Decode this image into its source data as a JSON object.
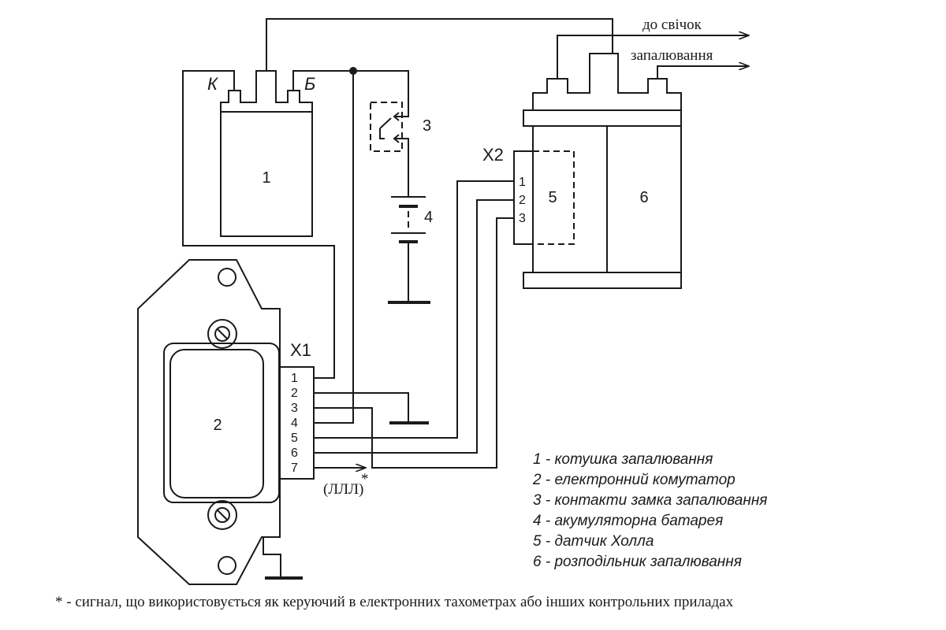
{
  "coil": {
    "number": "1",
    "terminal_k": "К",
    "terminal_b": "Б"
  },
  "switch": {
    "number": "3"
  },
  "commutator": {
    "number": "2",
    "connector": "X1",
    "pins": [
      "1",
      "2",
      "3",
      "4",
      "5",
      "6",
      "7"
    ]
  },
  "battery": {
    "number": "4"
  },
  "distributor": {
    "connector": "X2",
    "pins": [
      "1",
      "2",
      "3"
    ],
    "hall_sensor_number": "5",
    "distributor_number": "6",
    "output_label_line1": "до свічок",
    "output_label_line2": "запалювання"
  },
  "signal_mark": {
    "pulse": "(ЛЛЛ)",
    "star": "*"
  },
  "legend": [
    "1 - котушка запалювання",
    "2 - електронний комутатор",
    "3 - контакти замка запалювання",
    "4 - акумуляторна батарея",
    "5 - датчик Холла",
    "6 - розподільник запалювання"
  ],
  "footnote": "* - сигнал, що використовується як керуючий в електронних тахометрах або інших контрольних приладах"
}
